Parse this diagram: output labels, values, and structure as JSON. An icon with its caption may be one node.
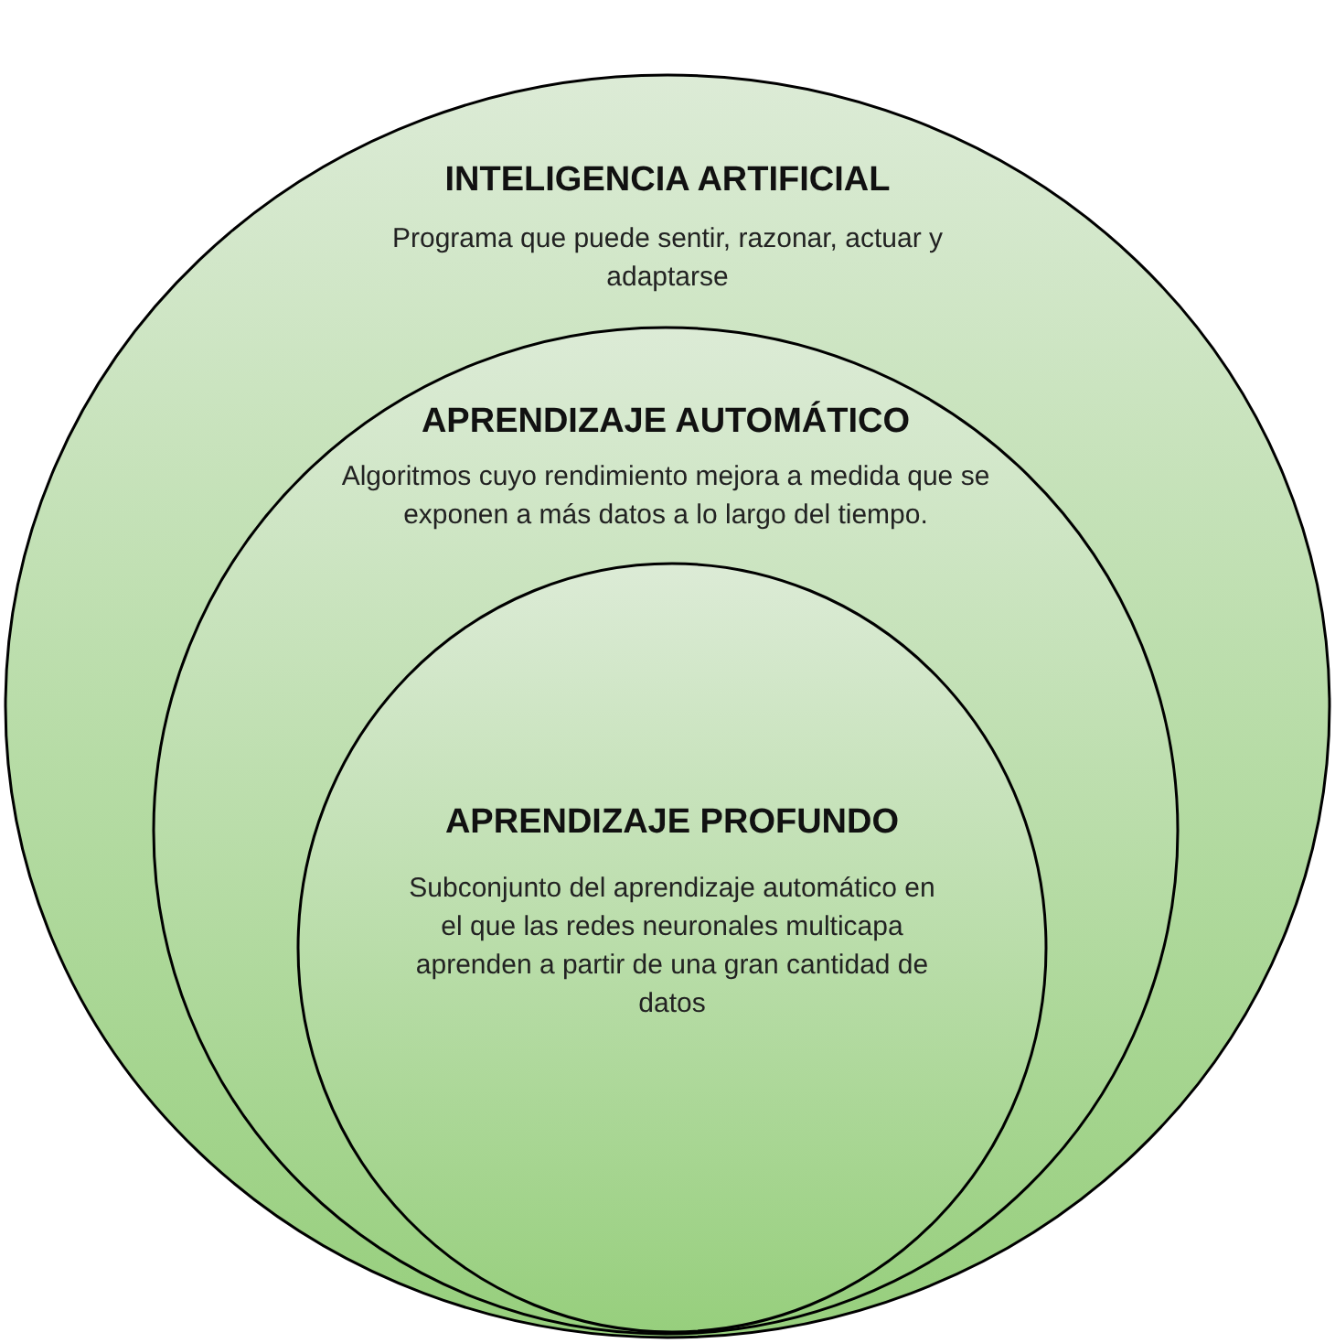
{
  "diagram": {
    "nodes": [
      {
        "text": [
          "INTELIGENCIA ARTIFICIAL",
          "Programa que puede sentir, razonar, actuar y adaptarse"
        ]
      },
      {
        "text": [
          "APRENDIZAJE AUTOMÁTICO",
          "Algoritmos cuyo rendimiento mejora a medida que se exponen a más datos a lo largo del tiempo."
        ],
        "in": 0
      },
      {
        "text": [
          "APRENDIZAJE PROFUNDO",
          "Subconjunto del aprendizaje automático en el que las redes neuronales multicapa aprenden a partir de una gran cantidad de datos"
        ],
        "in": 1
      }
    ],
    "edges": []
  }
}
